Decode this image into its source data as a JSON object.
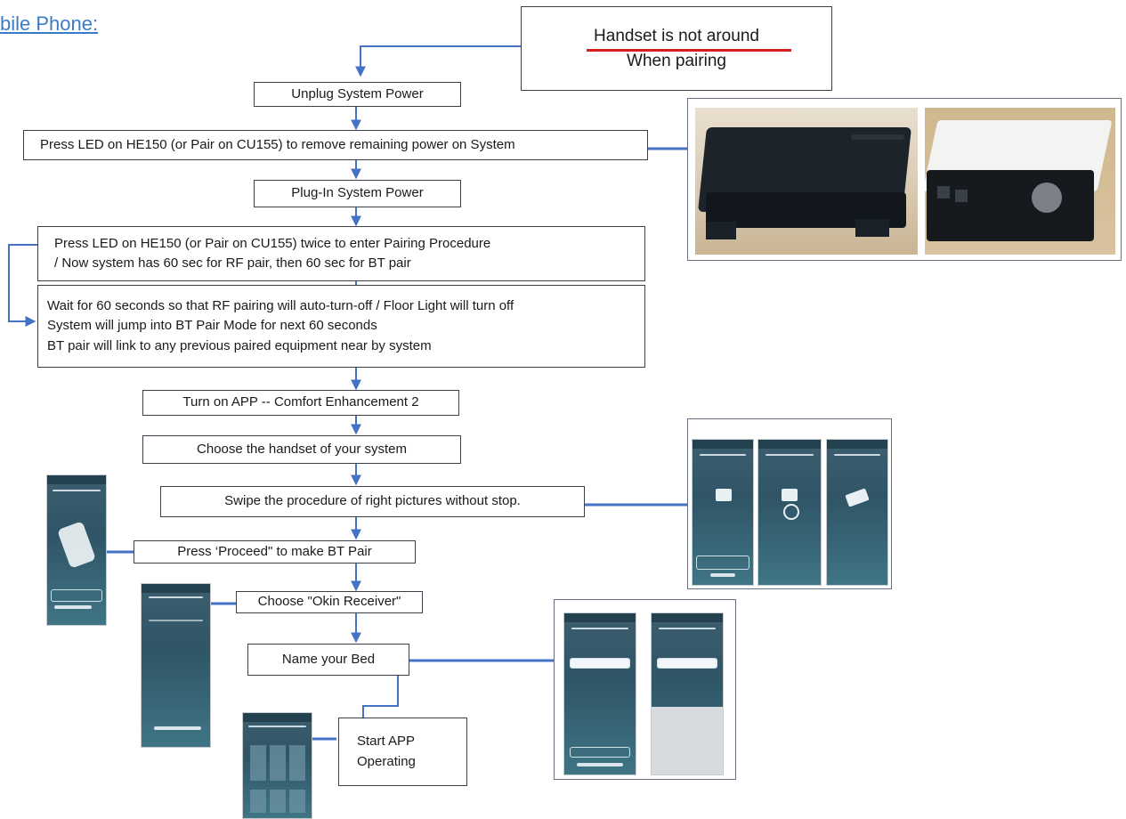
{
  "heading": "bile Phone:",
  "handset_box": {
    "line1": "Handset is not around",
    "line2": "When pairing"
  },
  "steps": {
    "unplug": "Unplug System Power",
    "press_led_remove": "Press LED on HE150 (or Pair on CU155)  to remove  remaining power on System",
    "plug_in": "Plug-In System Power",
    "press_led_twice": [
      "Press LED on HE150 (or Pair on CU155) twice to enter Pairing Procedure",
      "/ Now system has 60 sec for RF pair, then 60 sec for BT pair"
    ],
    "wait": [
      "Wait for 60 seconds so that RF pairing will auto-turn-off / Floor Light will turn off",
      "System  will jump into BT Pair Mode for next 60 seconds",
      "BT pair will link to any previous paired equipment near by system"
    ],
    "turn_on_app": "Turn on APP -- Comfort Enhancement 2",
    "choose_handset": "Choose the handset of your system",
    "swipe": "Swipe the procedure of right pictures without stop.",
    "press_proceed": "Press ‘Proceed\" to make BT Pair",
    "choose_receiver": "Choose \"Okin Receiver\"",
    "name_bed": "Name your Bed",
    "start_app": [
      "Start APP",
      "Operating"
    ]
  },
  "colors": {
    "connector": "#4472c4",
    "accent_underline": "#d61e1e",
    "heading": "#3a7bc8"
  }
}
